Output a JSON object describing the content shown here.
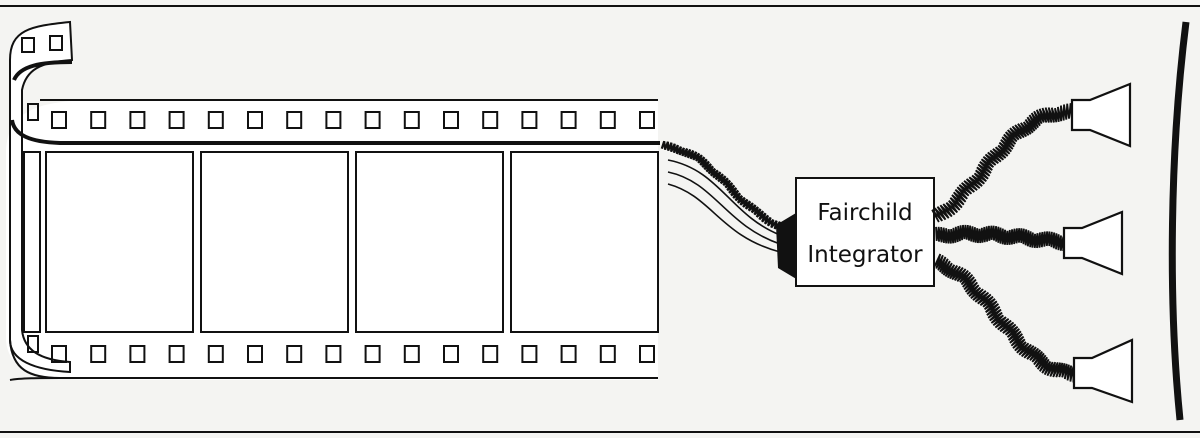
{
  "integrator": {
    "line1": "Fairchild",
    "line2": "Integrator"
  },
  "film": {
    "frame_count": 4,
    "perforations_per_row": 16
  },
  "speakers": {
    "count": 3
  },
  "colors": {
    "background": "#f4f4f2",
    "ink": "#111111",
    "paper": "#ffffff"
  }
}
